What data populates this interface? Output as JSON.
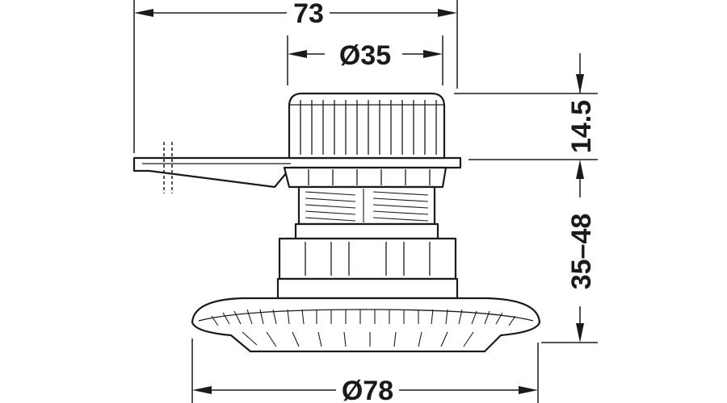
{
  "dimensions": {
    "overall_width": "73",
    "top_diameter": "Ø35",
    "top_height": "14.5",
    "adjustment_range": "35–48",
    "base_diameter": "Ø78"
  }
}
